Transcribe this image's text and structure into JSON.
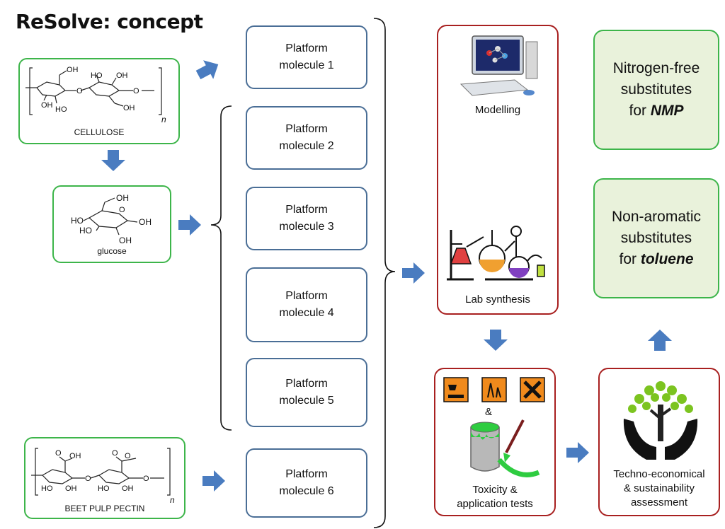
{
  "title": "ReSolve: concept",
  "sources": {
    "cellulose": {
      "label": "CELLULOSE",
      "subscript": "n",
      "groups": [
        "OH",
        "HO",
        "OH",
        "OH",
        "HO",
        "OH"
      ]
    },
    "glucose": {
      "label": "glucose",
      "groups": [
        "OH",
        "HO",
        "HO",
        "OH",
        "OH"
      ]
    },
    "pectin": {
      "label": "BEET PULP PECTIN",
      "subscript": "n",
      "groups": [
        "OH",
        "O",
        "HO",
        "OH",
        "HO",
        "OH"
      ]
    }
  },
  "platforms": [
    {
      "line1": "Platform",
      "line2": "molecule 1"
    },
    {
      "line1": "Platform",
      "line2": "molecule 2"
    },
    {
      "line1": "Platform",
      "line2": "molecule 3"
    },
    {
      "line1": "Platform",
      "line2": "molecule 4"
    },
    {
      "line1": "Platform",
      "line2": "molecule 5"
    },
    {
      "line1": "Platform",
      "line2": "molecule 6"
    }
  ],
  "process": {
    "modelling": "Modelling",
    "lab_synthesis": "Lab synthesis",
    "toxicity_line1": "Toxicity &",
    "toxicity_line2": "application tests",
    "ampersand": "&",
    "assessment_line1": "Techno-economical",
    "assessment_line2": "& sustainability",
    "assessment_line3": "assessment"
  },
  "outcomes": {
    "nmp": {
      "line1": "Nitrogen-free",
      "line2": "substitutes",
      "line3_prefix": "for ",
      "line3_emph": "NMP"
    },
    "toluene": {
      "line1": "Non-aromatic",
      "line2": "substitutes",
      "line3_prefix": "for ",
      "line3_emph": "toluene"
    }
  },
  "colors": {
    "arrow": "#4a7cc0",
    "green_border": "#3db54a",
    "blue_border": "#4a6e96",
    "red_border": "#a82020",
    "outcome_fill": "#e9f2db",
    "hazard_orange": "#f08a1c"
  }
}
